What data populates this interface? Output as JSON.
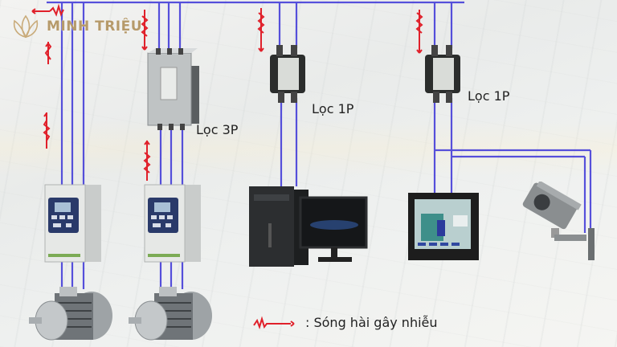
{
  "brand": {
    "name": "MINH TRIỆU",
    "color": "#b69a6a"
  },
  "filters": [
    {
      "id": "filter-3p",
      "label": "Lọc 3P"
    },
    {
      "id": "filter-1p-a",
      "label": "Lọc 1P"
    },
    {
      "id": "filter-1p-b",
      "label": "Lọc 1P"
    }
  ],
  "devices": [
    {
      "id": "inverter-1",
      "icon": "inverter-icon"
    },
    {
      "id": "inverter-2",
      "icon": "inverter-icon"
    },
    {
      "id": "motor-1",
      "icon": "motor-icon"
    },
    {
      "id": "motor-2",
      "icon": "motor-icon"
    },
    {
      "id": "pc",
      "icon": "desktop-computer-icon"
    },
    {
      "id": "hmi",
      "icon": "hmi-touchscreen-icon"
    },
    {
      "id": "camera",
      "icon": "cctv-camera-icon"
    }
  ],
  "legend": {
    "symbol": "harmonic-noise-wave-icon",
    "text": ": Sóng hài gây nhiễu"
  },
  "colors": {
    "wire": "#3a2fd6",
    "noise": "#e0202a"
  }
}
